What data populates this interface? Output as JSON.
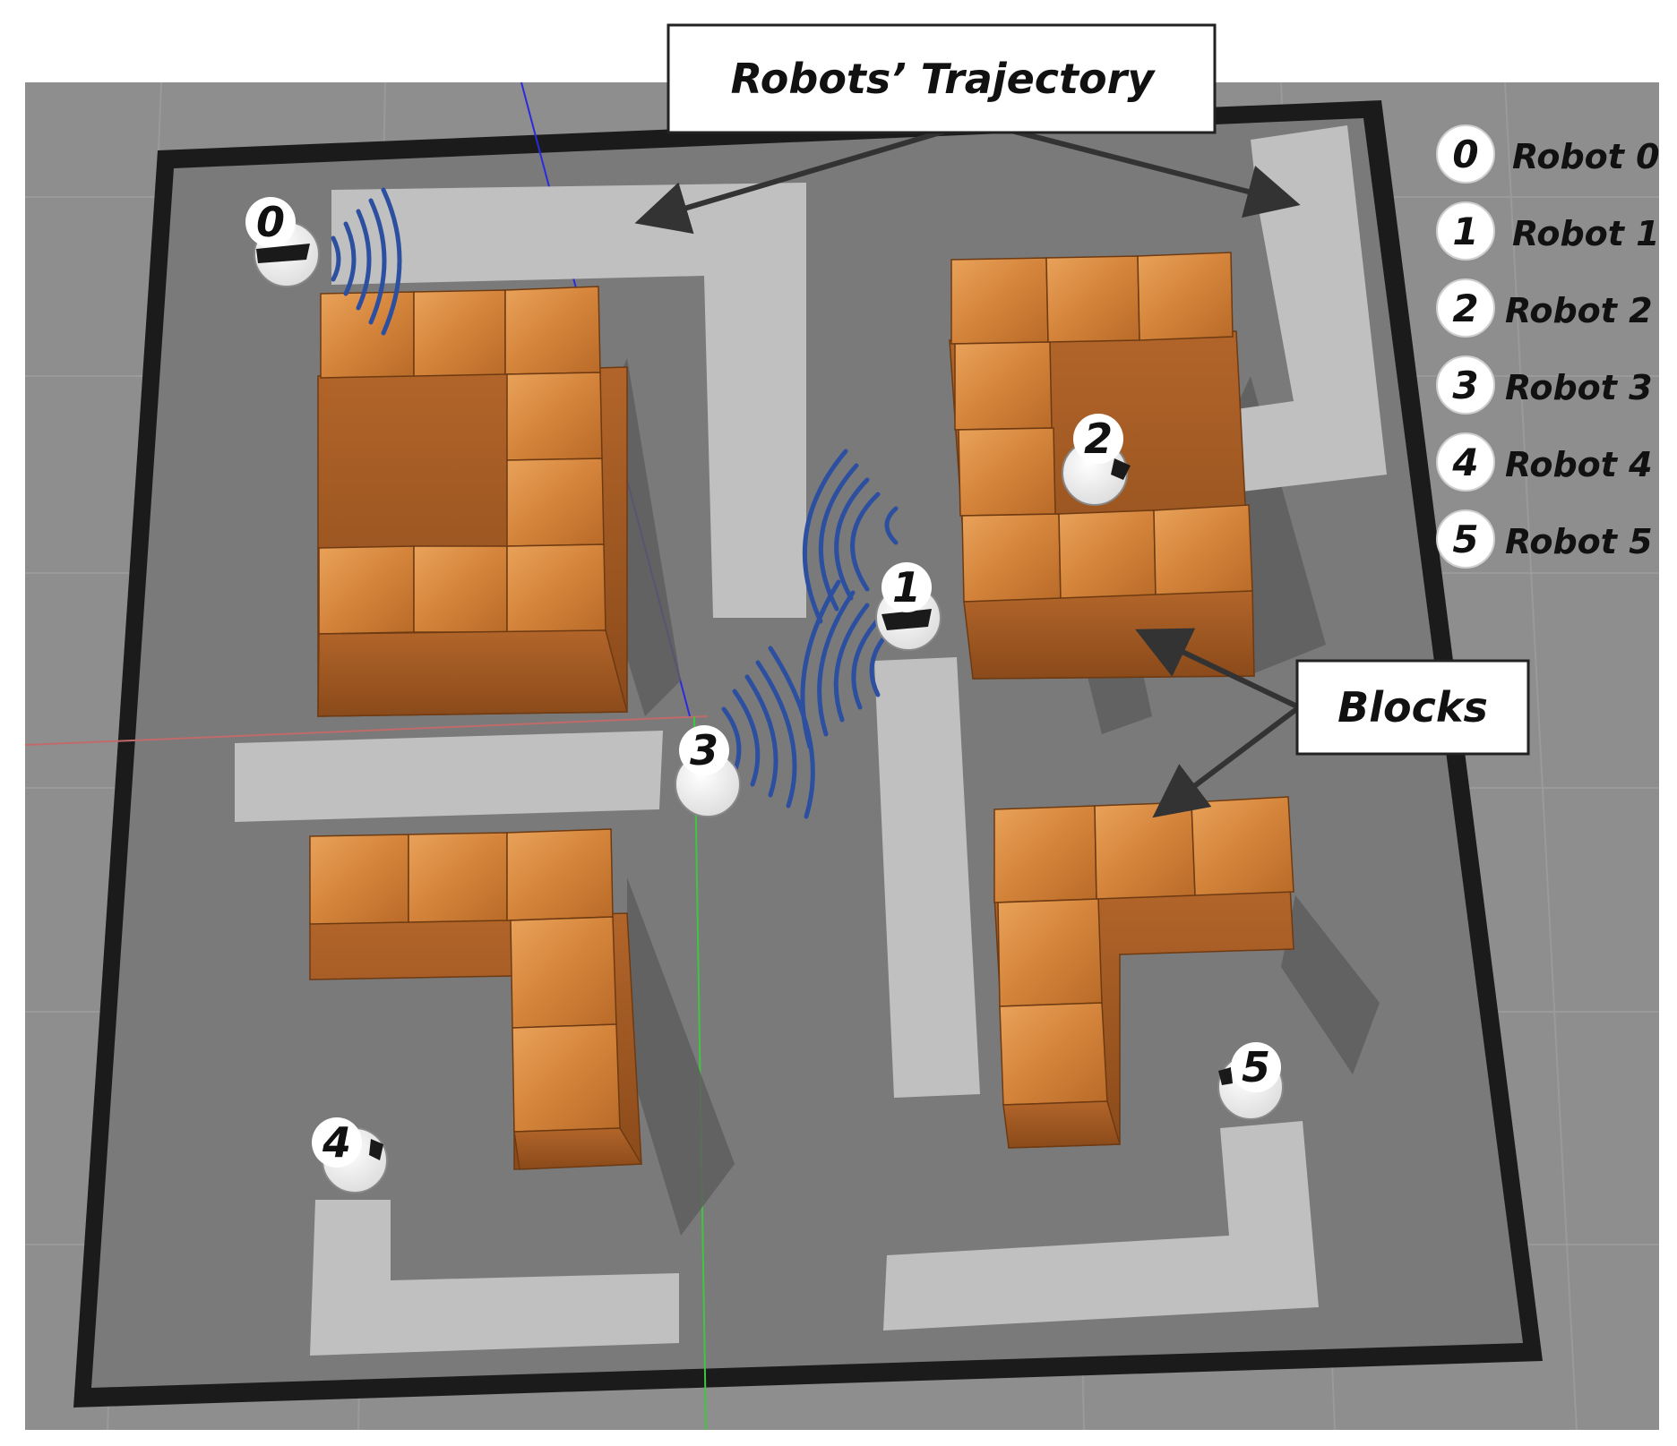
{
  "callouts": {
    "trajectory": "Robots’ Trajectory",
    "blocks": "Blocks"
  },
  "robots": [
    {
      "id": "0",
      "label": "0"
    },
    {
      "id": "1",
      "label": "1"
    },
    {
      "id": "2",
      "label": "2"
    },
    {
      "id": "3",
      "label": "3"
    },
    {
      "id": "4",
      "label": "4"
    },
    {
      "id": "5",
      "label": "5"
    }
  ],
  "legend": [
    {
      "num": "0",
      "label": "Robot 0"
    },
    {
      "num": "1",
      "label": "Robot 1"
    },
    {
      "num": "2",
      "label": "Robot 2"
    },
    {
      "num": "3",
      "label": "Robot 3"
    },
    {
      "num": "4",
      "label": "Robot 4"
    },
    {
      "num": "5",
      "label": "Robot 5"
    }
  ],
  "colors": {
    "ground": "#8e8e8e",
    "arena_floor": "#7a7a7a",
    "arena_wall": "#1b1b1b",
    "trajectory_path": "#c0c0c0",
    "block_top": "#d98a3a",
    "block_side": "#a8581c",
    "signal_wave": "#2d4fa0"
  }
}
